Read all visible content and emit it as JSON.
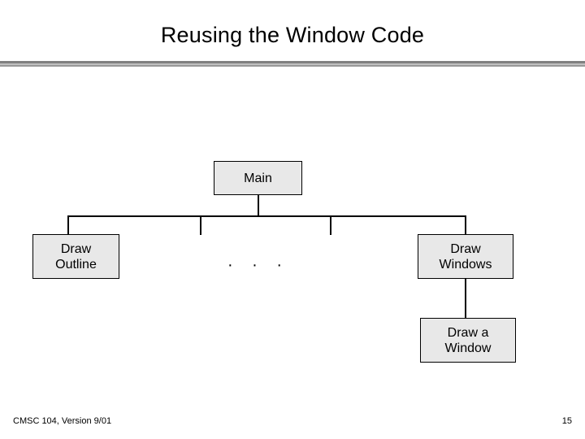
{
  "slide": {
    "title": "Reusing the Window Code",
    "footer_left": "CMSC 104, Version 9/01",
    "page_number": "15"
  },
  "diagram": {
    "nodes": [
      {
        "id": "main",
        "label": "Main"
      },
      {
        "id": "draw-outline",
        "label": "Draw\nOutline"
      },
      {
        "id": "ellipsis",
        "label": "·  ·  ·"
      },
      {
        "id": "draw-windows",
        "label": "Draw\nWindows"
      },
      {
        "id": "draw-a-window",
        "label": "Draw a\nWindow"
      }
    ],
    "colors": {
      "node_fill": "#e8e8e8",
      "node_border": "#000000",
      "connector": "#000000",
      "rule_dark": "#808080",
      "rule_light": "#c0c0c0"
    }
  }
}
